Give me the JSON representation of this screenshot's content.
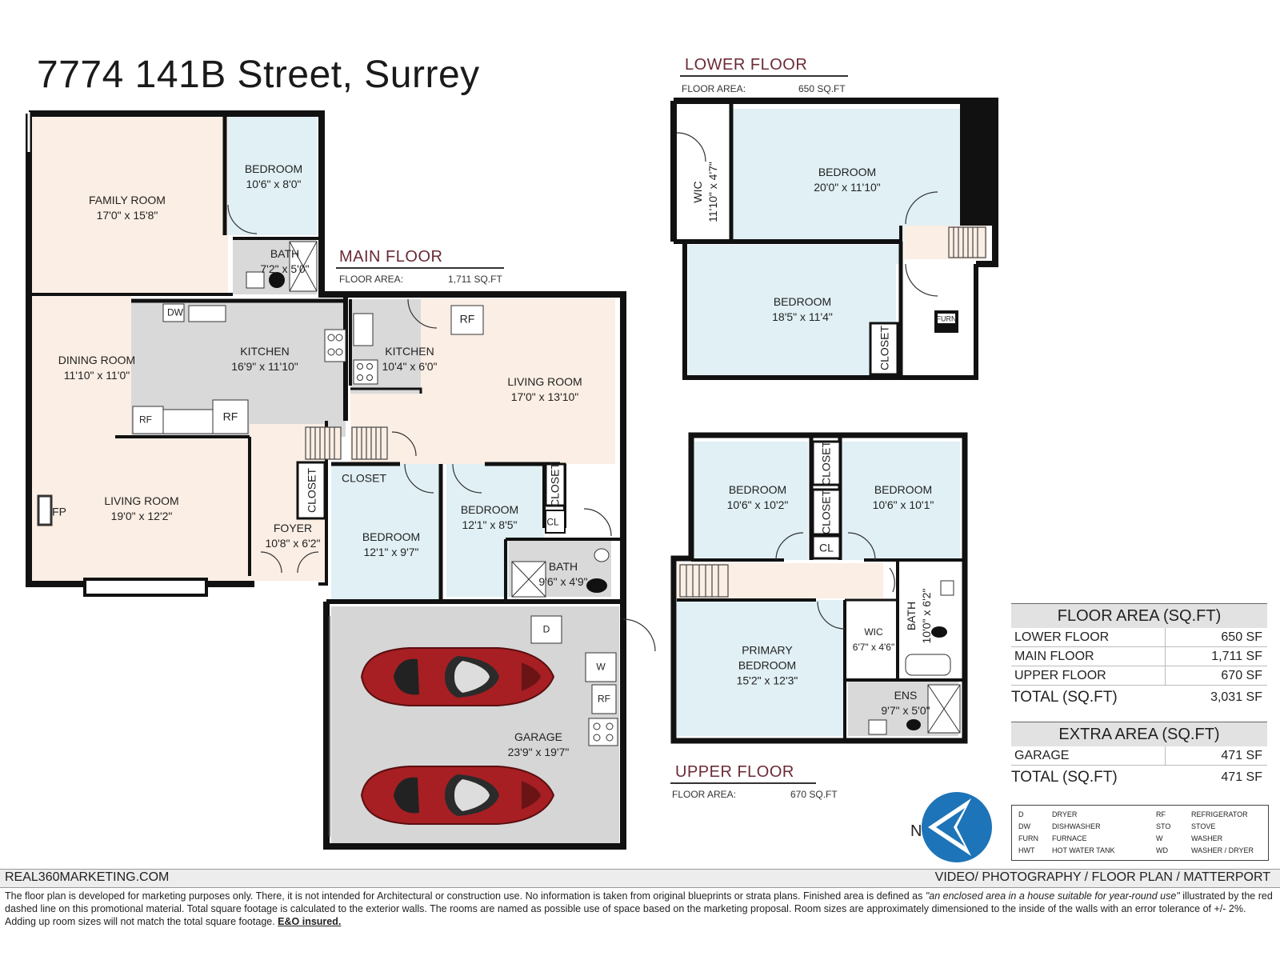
{
  "title": "7774 141B Street, Surrey",
  "floors": {
    "main": {
      "name": "MAIN FLOOR",
      "area_label": "FLOOR AREA:",
      "area_value": "1,711 SQ.FT"
    },
    "lower": {
      "name": "LOWER FLOOR",
      "area_label": "FLOOR AREA:",
      "area_value": "650 SQ.FT"
    },
    "upper": {
      "name": "UPPER FLOOR",
      "area_label": "FLOOR AREA:",
      "area_value": "670 SQ.FT"
    }
  },
  "rooms": {
    "family_room": {
      "name": "FAMILY ROOM",
      "dim": "17'0\" x 15'8\""
    },
    "bedroom_main_nw": {
      "name": "BEDROOM",
      "dim": "10'6\" x 8'0\""
    },
    "bath_main_nw": {
      "name": "BATH",
      "dim": "7'2\" x 5'0\""
    },
    "dining_room": {
      "name": "DINING ROOM",
      "dim": "11'10\" x 11'0\""
    },
    "kitchen_main": {
      "name": "KITCHEN",
      "dim": "16'9\" x 11'10\""
    },
    "kitchen_second": {
      "name": "KITCHEN",
      "dim": "10'4\" x 6'0\""
    },
    "living_room_east": {
      "name": "LIVING ROOM",
      "dim": "17'0\" x 13'10\""
    },
    "living_room_west": {
      "name": "LIVING ROOM",
      "dim": "19'0\" x 12'2\""
    },
    "foyer": {
      "name": "FOYER",
      "dim": "10'8\" x 6'2\""
    },
    "bedroom_main_s1": {
      "name": "BEDROOM",
      "dim": "12'1\" x 9'7\""
    },
    "bedroom_main_s2": {
      "name": "BEDROOM",
      "dim": "12'1\" x 8'5\""
    },
    "bath_main_s": {
      "name": "BATH",
      "dim": "9'6\" x 4'9\""
    },
    "garage": {
      "name": "GARAGE",
      "dim": "23'9\" x 19'7\""
    },
    "bedroom_lower_1": {
      "name": "BEDROOM",
      "dim": "20'0\" x 11'10\""
    },
    "bedroom_lower_2": {
      "name": "BEDROOM",
      "dim": "18'5\" x 11'4\""
    },
    "wic_lower": {
      "name": "WIC",
      "dim": "11'10\" x 4'7\""
    },
    "bedroom_upper_1": {
      "name": "BEDROOM",
      "dim": "10'6\" x 10'2\""
    },
    "bedroom_upper_2": {
      "name": "BEDROOM",
      "dim": "10'6\" x 10'1\""
    },
    "primary_bedroom": {
      "name": "PRIMARY",
      "name2": "BEDROOM",
      "dim": "15'2\" x 12'3\""
    },
    "wic_upper": {
      "name": "WIC",
      "dim": "6'7\" x 4'6\""
    },
    "bath_upper": {
      "name": "BATH",
      "dim": "10'0\" x 6'2\""
    },
    "ens": {
      "name": "ENS",
      "dim": "9'7\" x 5'0\""
    }
  },
  "labels": {
    "closet": "CLOSET",
    "cl": "CL",
    "rf": "RF",
    "dw": "DW",
    "fp": "FP",
    "d": "D",
    "w": "W",
    "furn": "FURN"
  },
  "area_table": {
    "floor_header": "FLOOR AREA (SQ.FT)",
    "rows": [
      {
        "label": "LOWER FLOOR",
        "value": "650 SF"
      },
      {
        "label": "MAIN FLOOR",
        "value": "1,711 SF"
      },
      {
        "label": "UPPER FLOOR",
        "value": "670 SF"
      }
    ],
    "total_label": "TOTAL (SQ.FT)",
    "total_value": "3,031 SF",
    "extra_header": "EXTRA AREA (SQ.FT)",
    "extra_rows": [
      {
        "label": "GARAGE",
        "value": "471 SF"
      }
    ],
    "extra_total_label": "TOTAL (SQ.FT)",
    "extra_total_value": "471 SF"
  },
  "legend": [
    {
      "abbr": "D",
      "meaning": "DRYER"
    },
    {
      "abbr": "DW",
      "meaning": "DISHWASHER"
    },
    {
      "abbr": "FURN",
      "meaning": "FURNACE"
    },
    {
      "abbr": "HWT",
      "meaning": "HOT WATER TANK"
    },
    {
      "abbr": "RF",
      "meaning": "REFRIGERATOR"
    },
    {
      "abbr": "STO",
      "meaning": "STOVE"
    },
    {
      "abbr": "W",
      "meaning": "WASHER"
    },
    {
      "abbr": "WD",
      "meaning": "WASHER / DRYER"
    }
  ],
  "north": "N",
  "footer": {
    "website": "REAL360MARKETING.COM",
    "services": "VIDEO/ PHOTOGRAPHY / FLOOR PLAN / MATTERPORT",
    "disclaimer_a": "The floor plan is developed for marketing purposes only. There, it is not intended for Architectural or construction use. No information is  taken from original blueprints or strata plans. Finished area is defined as  ",
    "disclaimer_quote": "\"an enclosed area in a house suitable for year-round use\"",
    "disclaimer_b": " illustrated by the red dashed line on this promotional material. Total square footage is calculated to the exterior walls. The rooms are named as possible use of space based on the marketing proposal. Room sizes are approximately dimensioned to the inside of the walls with an error tolerance of +/- 2%. Adding up room sizes will not match the total square footage. ",
    "disclaimer_eo": "E&O insured."
  },
  "colors": {
    "wall": "#111111",
    "peach": "#fbeee4",
    "blue": "#e0f0f5",
    "gray": "#d9d9d9",
    "garage": "#d6d6d6",
    "header_text": "#6b2a35",
    "car": "#a71f23",
    "compass": "#1d74b8"
  }
}
